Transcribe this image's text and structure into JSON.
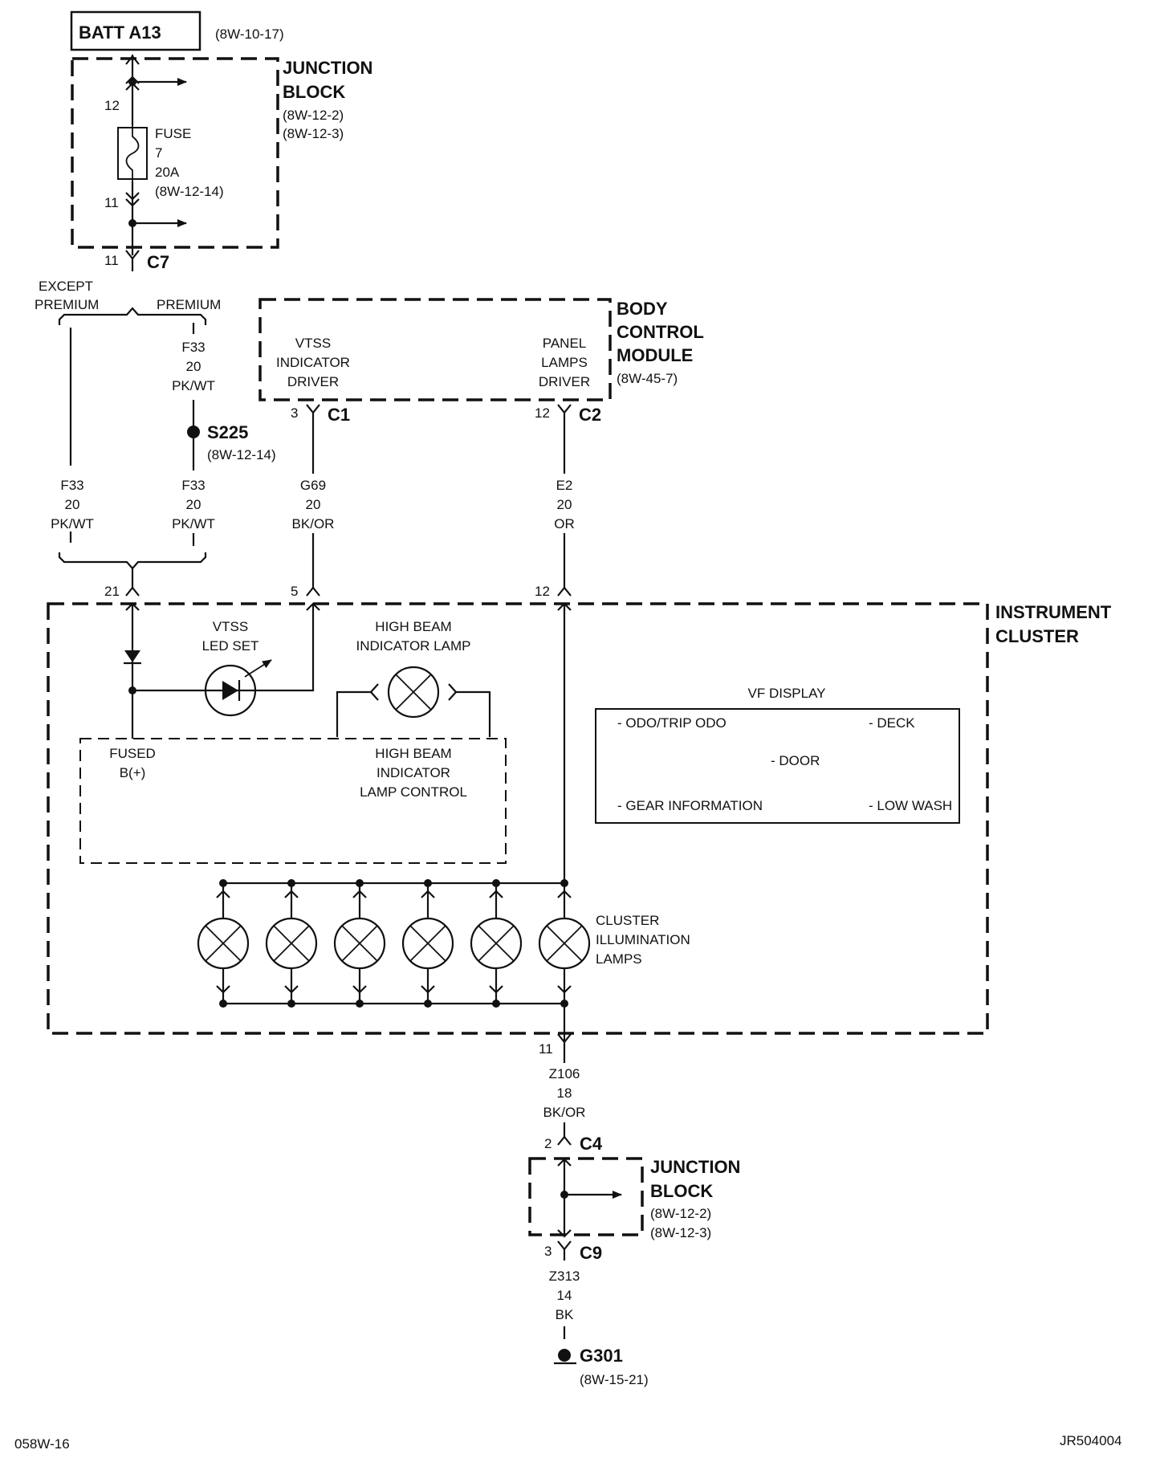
{
  "battery": {
    "label": "BATT A13",
    "ref": "(8W-10-17)"
  },
  "junction_block_top": {
    "title": [
      "JUNCTION",
      "BLOCK"
    ],
    "refs": [
      "(8W-12-2)",
      "(8W-12-3)"
    ],
    "pin_in": "12",
    "pin_out": "11",
    "fuse": {
      "lines": [
        "FUSE",
        "7",
        "20A",
        "(8W-12-14)"
      ]
    }
  },
  "connector_c7": {
    "pin": "11",
    "name": "C7"
  },
  "branch_labels": {
    "except_premium": [
      "EXCEPT",
      "PREMIUM"
    ],
    "premium": "PREMIUM"
  },
  "wire_f33_upper": [
    "F33",
    "20",
    "PK/WT"
  ],
  "splice_s225": {
    "name": "S225",
    "ref": "(8W-12-14)"
  },
  "wire_f33_left": [
    "F33",
    "20",
    "PK/WT"
  ],
  "wire_f33_right": [
    "F33",
    "20",
    "PK/WT"
  ],
  "body_control_module": {
    "title": [
      "BODY",
      "CONTROL",
      "MODULE"
    ],
    "ref": "(8W-45-7)",
    "vtss_driver": [
      "VTSS",
      "INDICATOR",
      "DRIVER"
    ],
    "panel_driver": [
      "PANEL",
      "LAMPS",
      "DRIVER"
    ],
    "c1": {
      "pin": "3",
      "name": "C1"
    },
    "c2": {
      "pin": "12",
      "name": "C2"
    }
  },
  "wire_g69": [
    "G69",
    "20",
    "BK/OR"
  ],
  "wire_e2": [
    "E2",
    "20",
    "OR"
  ],
  "instrument_cluster": {
    "title": [
      "INSTRUMENT",
      "CLUSTER"
    ],
    "pin_fused": "21",
    "pin_vtss": "5",
    "pin_panel": "12",
    "pin_ground": "11",
    "vtss_led": [
      "VTSS",
      "LED SET"
    ],
    "high_beam_lamp": [
      "HIGH BEAM",
      "INDICATOR LAMP"
    ],
    "fused_b": [
      "FUSED",
      "B(+)"
    ],
    "high_beam_control": [
      "HIGH BEAM",
      "INDICATOR",
      "LAMP CONTROL"
    ],
    "vf_display": {
      "title": "VF DISPLAY",
      "items": [
        "- ODO/TRIP ODO",
        "- DECK",
        "- DOOR",
        "- GEAR INFORMATION",
        "- LOW WASH"
      ]
    },
    "cluster_lamps": [
      "CLUSTER",
      "ILLUMINATION",
      "LAMPS"
    ]
  },
  "wire_z106": [
    "Z106",
    "18",
    "BK/OR"
  ],
  "connector_c4": {
    "pin": "2",
    "name": "C4"
  },
  "junction_block_bottom": {
    "title": [
      "JUNCTION",
      "BLOCK"
    ],
    "refs": [
      "(8W-12-2)",
      "(8W-12-3)"
    ]
  },
  "connector_c9": {
    "pin": "3",
    "name": "C9"
  },
  "wire_z313": [
    "Z313",
    "14",
    "BK"
  ],
  "ground_g301": {
    "name": "G301",
    "ref": "(8W-15-21)"
  },
  "footer": {
    "left": "058W-16",
    "right": "JR504004"
  }
}
